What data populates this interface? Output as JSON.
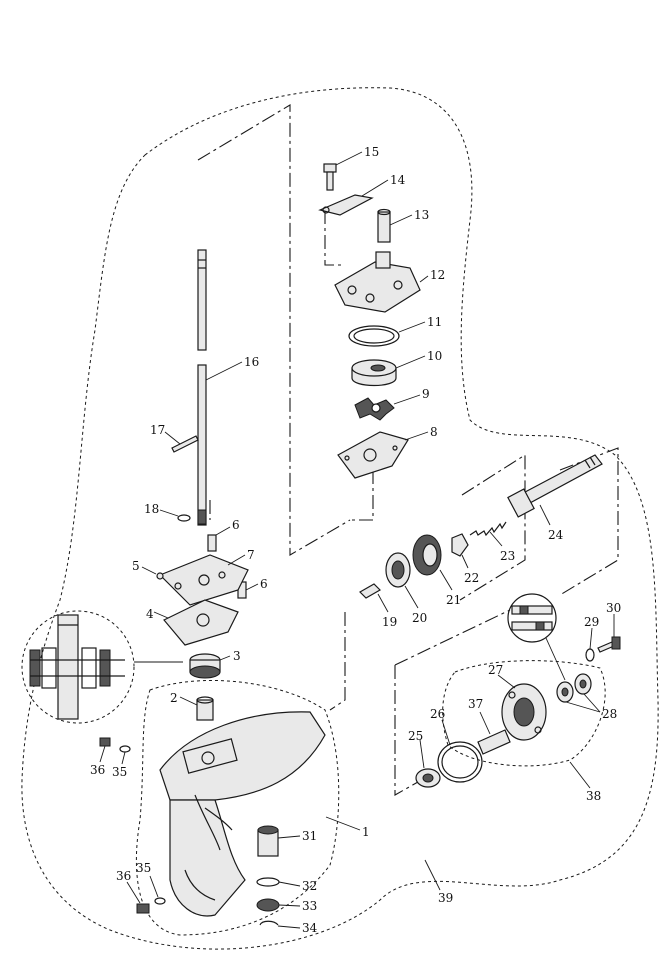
{
  "diagram": {
    "labels": [
      "1",
      "2",
      "3",
      "4",
      "5",
      "6",
      "6",
      "7",
      "8",
      "9",
      "10",
      "11",
      "12",
      "13",
      "14",
      "15",
      "16",
      "17",
      "18",
      "19",
      "20",
      "21",
      "22",
      "23",
      "24",
      "25",
      "26",
      "27",
      "28",
      "29",
      "30",
      "31",
      "32",
      "33",
      "34",
      "35",
      "35",
      "36",
      "36",
      "37",
      "38",
      "39"
    ]
  }
}
